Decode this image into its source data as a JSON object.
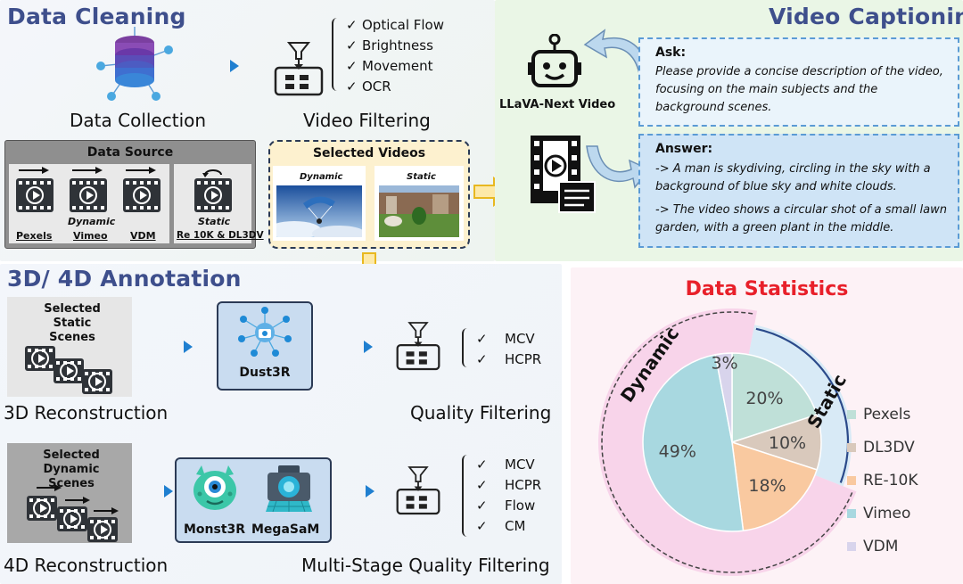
{
  "sections": {
    "data_cleaning": "Data Cleaning",
    "video_captioning": "Video Captioning",
    "annotation": "3D/ 4D Annotation",
    "statistics": "Data Statistics"
  },
  "cleaning": {
    "data_collection": "Data Collection",
    "video_filtering": "Video Filtering",
    "filters": [
      "Optical Flow",
      "Brightness",
      "Movement",
      "OCR"
    ],
    "data_source_title": "Data Source",
    "sources": [
      {
        "name": "Pexels"
      },
      {
        "name": "Vimeo",
        "tag": "Dynamic"
      },
      {
        "name": "VDM"
      }
    ],
    "static_tag": "Static",
    "static_sources": "Re 10K & DL3DV",
    "selected_videos_title": "Selected Videos",
    "dynamic_label": "Dynamic",
    "static_label": "Static"
  },
  "captioning": {
    "model_name": "LLaVA-Next Video",
    "ask_head": "Ask:",
    "ask_text": "Please provide a concise description of the video, focusing on the main subjects and the background scenes.",
    "answer_head": "Answer:",
    "answer_1": "-> A man is skydiving, circling in the sky with a background of blue sky and white clouds.",
    "answer_2": "-> The video shows a circular shot of a small lawn garden, with a green plant in the middle."
  },
  "annotation": {
    "static_box": "Selected Static Scenes",
    "dust3r": "Dust3R",
    "static_filters": [
      "MCV",
      "HCPR"
    ],
    "recon_3d": "3D Reconstruction",
    "quality_filtering": "Quality Filtering",
    "dynamic_box": "Selected Dynamic Scenes",
    "monst3r": "Monst3R",
    "megasam": "MegaSaM",
    "dynamic_filters": [
      "MCV",
      "HCPR",
      "Flow",
      "CM"
    ],
    "recon_4d": "4D Reconstruction",
    "multi_stage": "Multi-Stage Quality Filtering"
  },
  "colors": {
    "title_blue": "#3e4f8c",
    "stats_red": "#e8202a",
    "pexels": "#bfe0d8",
    "dl3dv": "#d9c9bc",
    "re10k": "#f9c9a0",
    "vimeo": "#a8d8e0",
    "vdm": "#d8d4ec",
    "dynamic_ring": "#f8d4ea",
    "static_ring": "#d8eaf6"
  },
  "chart_data": {
    "type": "pie",
    "title": "Data Statistics",
    "slices": [
      {
        "name": "Pexels",
        "value": 20,
        "label": "20%"
      },
      {
        "name": "DL3DV",
        "value": 10,
        "label": "10%"
      },
      {
        "name": "RE-10K",
        "value": 18,
        "label": "18%"
      },
      {
        "name": "Vimeo",
        "value": 49,
        "label": "49%"
      },
      {
        "name": "VDM",
        "value": 3,
        "label": "3%"
      }
    ],
    "outer_ring": [
      {
        "name": "Dynamic",
        "value": 72
      },
      {
        "name": "Static",
        "value": 28
      }
    ],
    "legend": [
      "Pexels",
      "DL3DV",
      "RE-10K",
      "Vimeo",
      "VDM"
    ],
    "legend_position": "right"
  }
}
